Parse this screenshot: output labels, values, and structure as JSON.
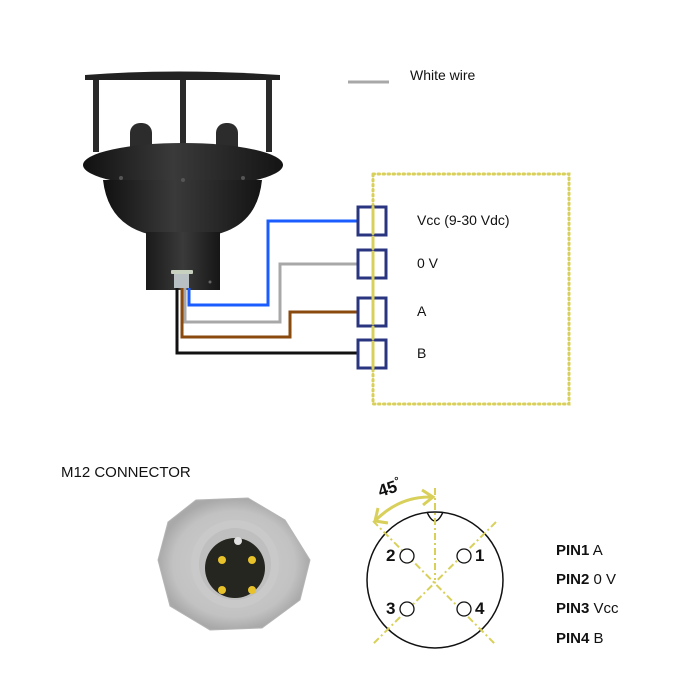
{
  "legend": {
    "items": [
      {
        "label": "White wire",
        "color": "#a8a8a8"
      }
    ]
  },
  "wiring": {
    "terminals": [
      {
        "label": "Vcc (9-30 Vdc)",
        "wire_color": "#1a5cff"
      },
      {
        "label": "0 V",
        "wire_color": "#a8a8a8"
      },
      {
        "label": "A",
        "wire_color": "#8a4a0e"
      },
      {
        "label": "B",
        "wire_color": "#111111"
      }
    ],
    "terminal_color": "#2a3580",
    "box_border_color": "#d8d05a"
  },
  "connector": {
    "title": "M12 CONNECTOR",
    "angle_label": "45",
    "angle_unit": "°",
    "guide_color": "#d8d05a",
    "pin_numbers": [
      "1",
      "2",
      "3",
      "4"
    ],
    "pinout": [
      {
        "pin": "PIN1",
        "signal": "A"
      },
      {
        "pin": "PIN2",
        "signal": "0 V"
      },
      {
        "pin": "PIN3",
        "signal": "Vcc"
      },
      {
        "pin": "PIN4",
        "signal": "B"
      }
    ]
  }
}
